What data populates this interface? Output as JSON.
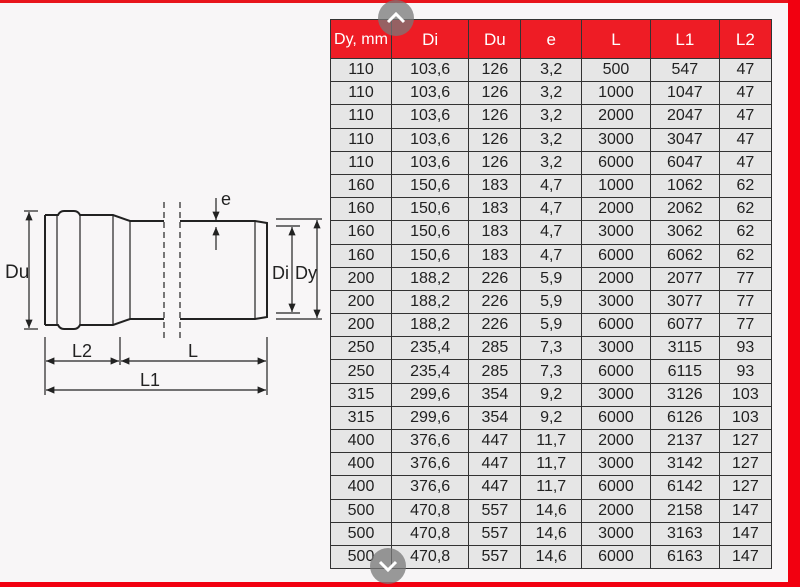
{
  "diagram": {
    "labels": {
      "du": "Du",
      "di": "Di",
      "dy": "Dy",
      "e": "e",
      "l": "L",
      "l1": "L1",
      "l2": "L2"
    }
  },
  "table": {
    "headers": [
      "Dy, mm",
      "Di",
      "Du",
      "e",
      "L",
      "L1",
      "L2"
    ],
    "rows": [
      [
        "110",
        "103,6",
        "126",
        "3,2",
        "500",
        "547",
        "47"
      ],
      [
        "110",
        "103,6",
        "126",
        "3,2",
        "1000",
        "1047",
        "47"
      ],
      [
        "110",
        "103,6",
        "126",
        "3,2",
        "2000",
        "2047",
        "47"
      ],
      [
        "110",
        "103,6",
        "126",
        "3,2",
        "3000",
        "3047",
        "47"
      ],
      [
        "110",
        "103,6",
        "126",
        "3,2",
        "6000",
        "6047",
        "47"
      ],
      [
        "160",
        "150,6",
        "183",
        "4,7",
        "1000",
        "1062",
        "62"
      ],
      [
        "160",
        "150,6",
        "183",
        "4,7",
        "2000",
        "2062",
        "62"
      ],
      [
        "160",
        "150,6",
        "183",
        "4,7",
        "3000",
        "3062",
        "62"
      ],
      [
        "160",
        "150,6",
        "183",
        "4,7",
        "6000",
        "6062",
        "62"
      ],
      [
        "200",
        "188,2",
        "226",
        "5,9",
        "2000",
        "2077",
        "77"
      ],
      [
        "200",
        "188,2",
        "226",
        "5,9",
        "3000",
        "3077",
        "77"
      ],
      [
        "200",
        "188,2",
        "226",
        "5,9",
        "6000",
        "6077",
        "77"
      ],
      [
        "250",
        "235,4",
        "285",
        "7,3",
        "3000",
        "3115",
        "93"
      ],
      [
        "250",
        "235,4",
        "285",
        "7,3",
        "6000",
        "6115",
        "93"
      ],
      [
        "315",
        "299,6",
        "354",
        "9,2",
        "3000",
        "3126",
        "103"
      ],
      [
        "315",
        "299,6",
        "354",
        "9,2",
        "6000",
        "6126",
        "103"
      ],
      [
        "400",
        "376,6",
        "447",
        "11,7",
        "2000",
        "2137",
        "127"
      ],
      [
        "400",
        "376,6",
        "447",
        "11,7",
        "3000",
        "3142",
        "127"
      ],
      [
        "400",
        "376,6",
        "447",
        "11,7",
        "6000",
        "6142",
        "127"
      ],
      [
        "500",
        "470,8",
        "557",
        "14,6",
        "2000",
        "2158",
        "147"
      ],
      [
        "500",
        "470,8",
        "557",
        "14,6",
        "3000",
        "3163",
        "147"
      ],
      [
        "500",
        "470,8",
        "557",
        "14,6",
        "6000",
        "6163",
        "147"
      ]
    ]
  },
  "colors": {
    "accent": "#ee1c25",
    "cell": "#e6e6e6"
  }
}
